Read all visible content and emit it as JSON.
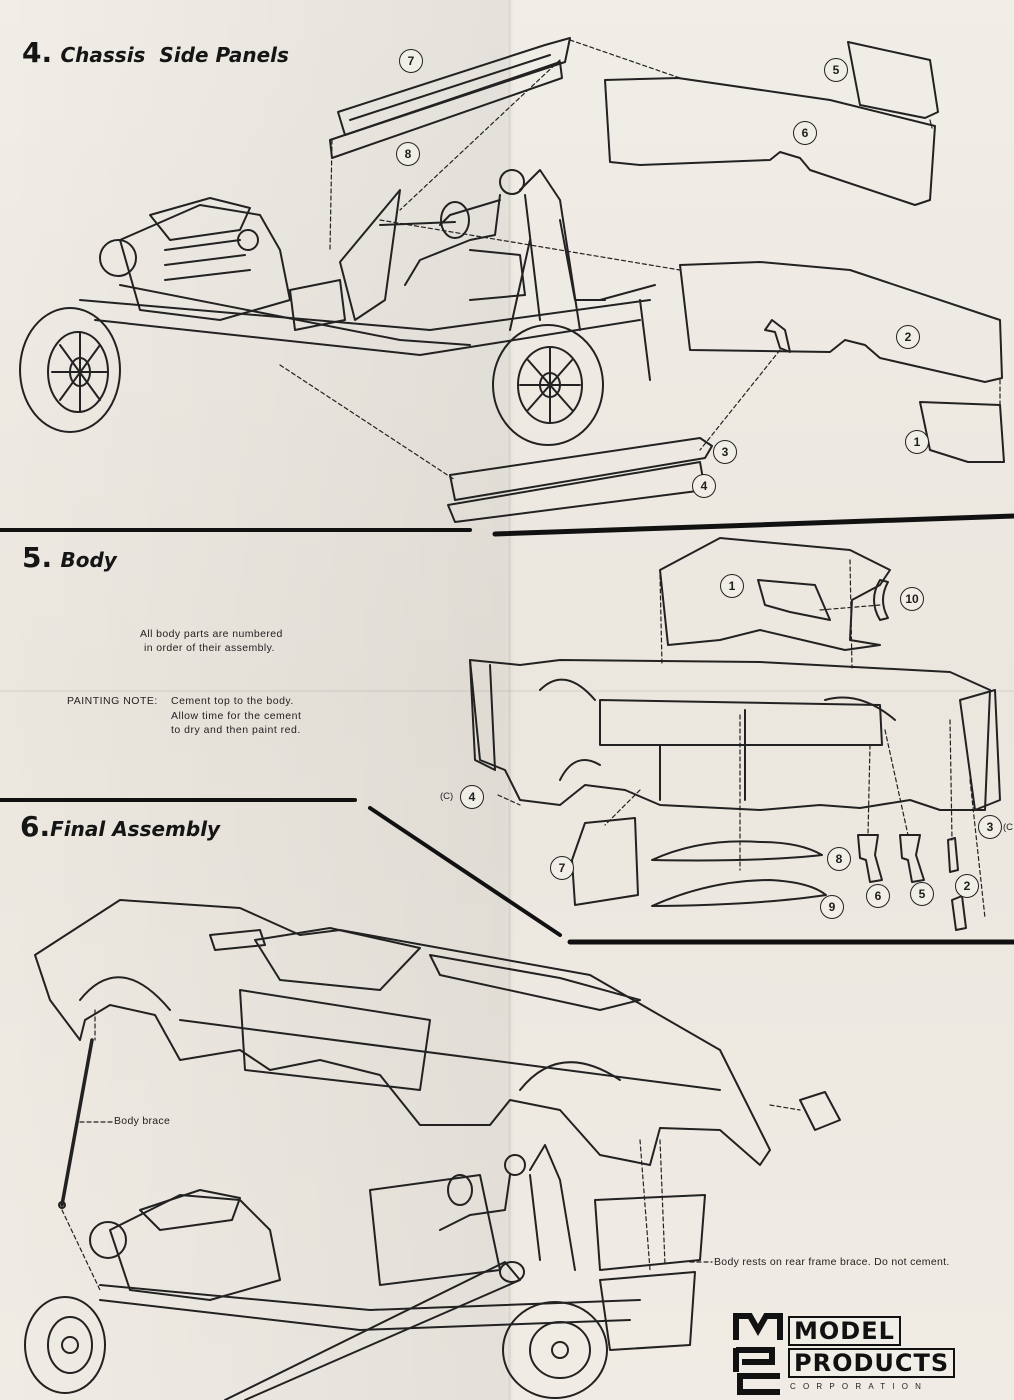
{
  "steps": [
    {
      "number": "4.",
      "title": "Chassis  Side Panels"
    },
    {
      "number": "5.",
      "title": "Body"
    },
    {
      "number": "6.",
      "title": "Final Assembly"
    }
  ],
  "step5_notes": {
    "numbering_line1": "All body parts are numbered",
    "numbering_line2": "in order of their assembly.",
    "painting_label": "PAINTING NOTE:",
    "painting_line1": "Cement top to the body.",
    "painting_line2": "Allow time for the cement",
    "painting_line3": "to dry and then paint red."
  },
  "step4_callouts": [
    "7",
    "8",
    "5",
    "6",
    "2",
    "1",
    "3",
    "4"
  ],
  "step5_callouts": [
    "1",
    "10",
    "4",
    "7",
    "8",
    "9",
    "6",
    "5",
    "2",
    "3"
  ],
  "step5_tags": {
    "left": "(C)",
    "right": "(C"
  },
  "step6_labels": {
    "body_brace": "Body brace",
    "rear_brace": "Body rests on rear frame brace. Do not cement."
  },
  "logo": {
    "word1": "MODEL",
    "word2": "PRODUCTS",
    "corp": "CORPORATION"
  },
  "colors": {
    "paper": "#eeeae3",
    "ink": "#1e1e1e"
  }
}
